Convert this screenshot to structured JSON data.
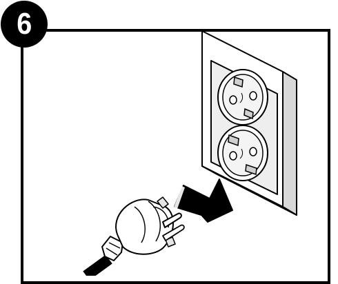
{
  "step": {
    "number": "6"
  },
  "illustration": {
    "subject": "plug-into-wall-socket",
    "socket_outlets": 2,
    "arrow_direction": "up-right"
  },
  "colors": {
    "ink": "#000000",
    "paper": "#ffffff",
    "socket_shade": "#d8d8d8",
    "socket_inner": "#eeeeee"
  }
}
